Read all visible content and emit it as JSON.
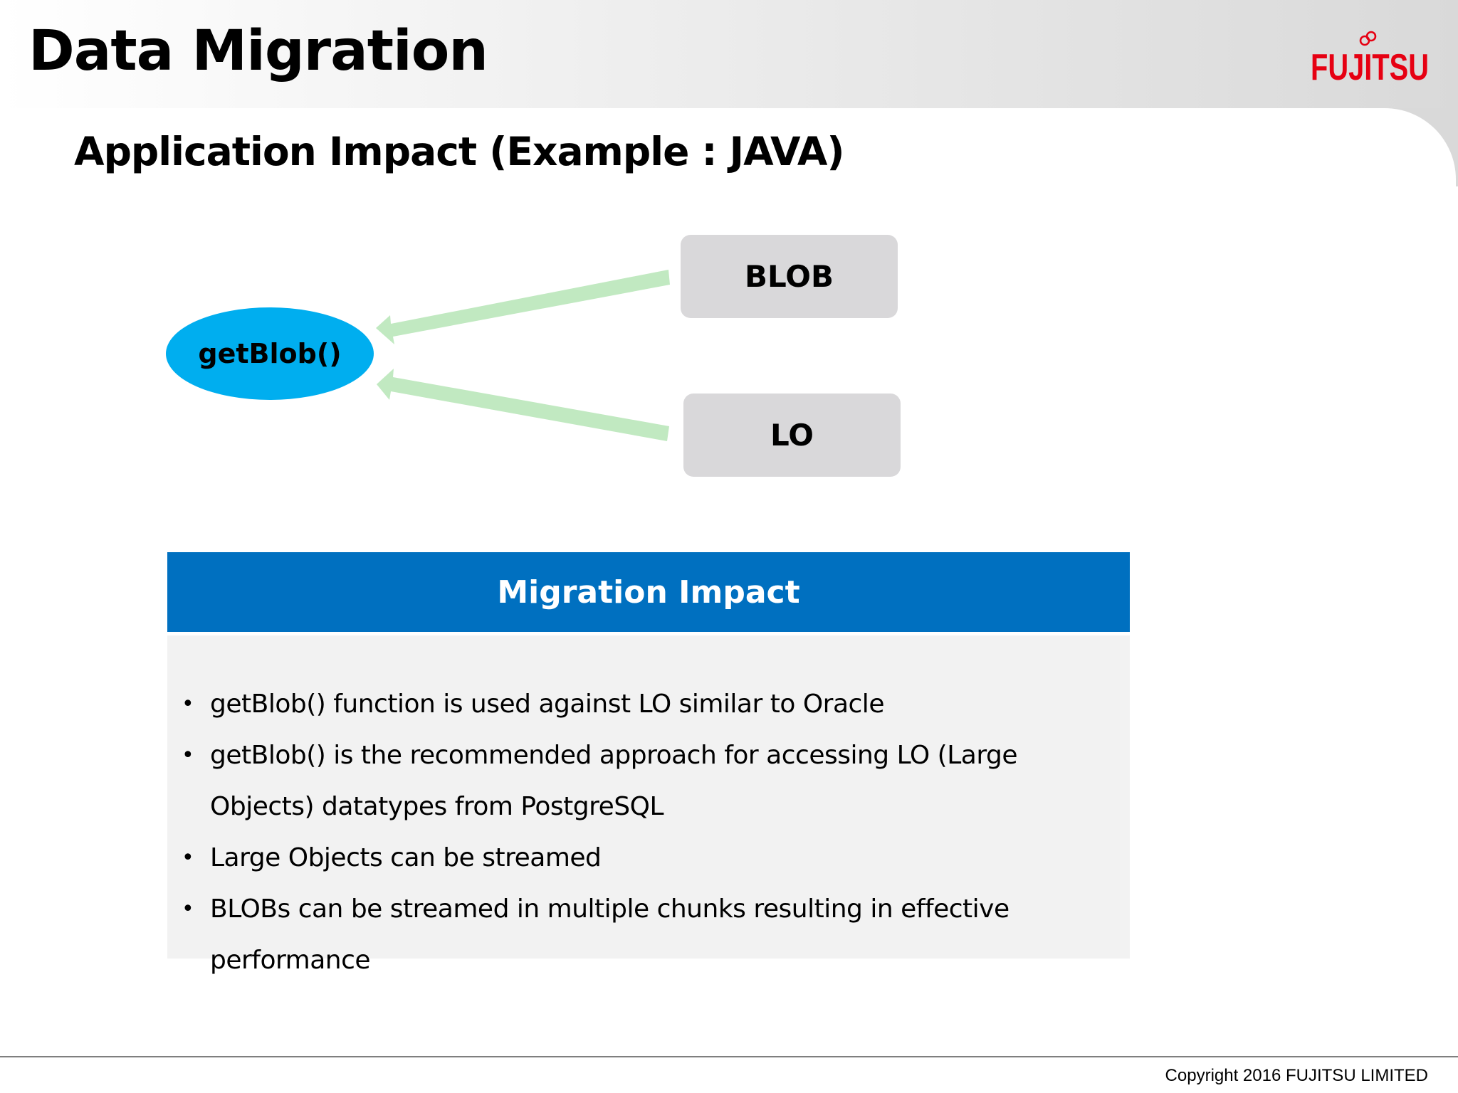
{
  "header": {
    "title": "Data Migration",
    "logo_text": "FUJITSU",
    "logo_color": "#e60012"
  },
  "subtitle": "Application Impact (Example : JAVA)",
  "diagram": {
    "source_label": "getBlob()",
    "source_color": "#00aeef",
    "targets": [
      {
        "label": "BLOB"
      },
      {
        "label": "LO"
      }
    ],
    "arrow_color": "#c1e9c1",
    "box_color": "#d9d8da"
  },
  "panel": {
    "title": "Migration Impact",
    "header_color": "#0070c0",
    "bullets": [
      "getBlob() function is used against LO similar to Oracle",
      "getBlob() is the recommended approach for accessing LO (Large Objects) datatypes from PostgreSQL",
      "Large Objects can be streamed",
      "BLOBs can be streamed in multiple chunks resulting in effective performance"
    ]
  },
  "footer": {
    "copyright": "Copyright 2016 FUJITSU LIMITED"
  }
}
